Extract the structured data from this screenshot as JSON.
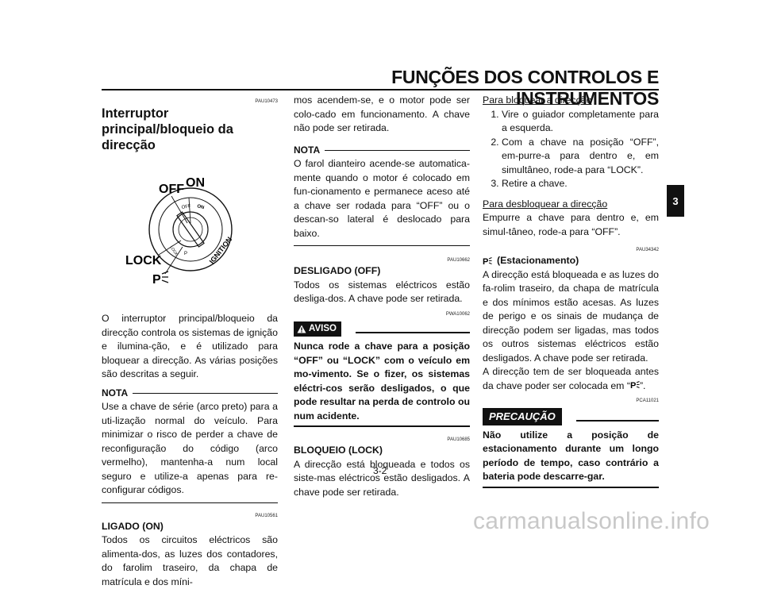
{
  "header": {
    "title": "FUNÇÕES DOS CONTROLOS E INSTRUMENTOS"
  },
  "chapter_tab": "3",
  "page_number": "3-2",
  "watermark": "carmanualsonline.info",
  "col1": {
    "code1": "PAU10473",
    "title": "Interruptor principal/bloqueio da direcção",
    "diagram": {
      "off": "OFF",
      "on": "ON",
      "lock": "LOCK",
      "p": "P",
      "ignition": "IGNITION",
      "in_off": "OFF",
      "in_on": "ON",
      "in_lock": "LOCK",
      "in_p": "P"
    },
    "intro": "O interruptor principal/bloqueio da direcção controla os sistemas de ignição e ilumina-ção, e é utilizado para bloquear a direcção. As várias posições são descritas a seguir.",
    "nota_label": "NOTA",
    "nota_text": "Use a chave de série (arco preto) para a uti-lização normal do veículo. Para minimizar o risco de perder a chave de reconfiguração do código (arco vermelho), mantenha-a num local seguro e utilize-a apenas para re-configurar códigos.",
    "code2": "PAU10561",
    "on_title": "LIGADO (ON)",
    "on_text": "Todos os circuitos eléctricos são alimenta-dos, as luzes dos contadores, do farolim traseiro, da chapa de matrícula e dos míni-"
  },
  "col2": {
    "cont": "mos acendem-se, e o motor pode ser colo-cado em funcionamento. A chave não pode ser retirada.",
    "nota_label": "NOTA",
    "nota_text": "O farol dianteiro acende-se automatica-mente quando o motor é colocado em fun-cionamento e permanece aceso até a chave ser rodada para “OFF” ou o descan-so lateral é deslocado para baixo.",
    "code1": "PAU10662",
    "off_title": "DESLIGADO (OFF)",
    "off_text": "Todos os sistemas eléctricos estão desliga-dos. A chave pode ser retirada.",
    "code2": "PWA10062",
    "aviso_label": "AVISO",
    "aviso_text": "Nunca rode a chave para a posição “OFF” ou “LOCK” com o veículo em mo-vimento. Se o fizer, os sistemas eléctri-cos serão desligados, o que pode resultar na perda de controlo ou num acidente.",
    "code3": "PAU10685",
    "lock_title": "BLOQUEIO (LOCK)",
    "lock_text": "A direcção está bloqueada e todos os siste-mas eléctricos estão desligados. A chave pode ser retirada."
  },
  "col3": {
    "lock_heading": "Para bloquear a direcção",
    "lock_steps": [
      "Vire o guiador completamente para a esquerda.",
      "Com a chave na posição “OFF”, em-purre-a para dentro e, em simultâneo, rode-a para “LOCK”.",
      "Retire a chave."
    ],
    "unlock_heading": "Para desbloquear a direcção",
    "unlock_text": "Empurre a chave para dentro e, em simul-tâneo, rode-a para “OFF”.",
    "code1": "PAU34342",
    "park_title": "(Estacionamento)",
    "park_text": "A direcção está bloqueada e as luzes do fa-rolim traseiro, da chapa de matrícula e dos mínimos estão acesas. As luzes de perigo e os sinais de mudança de direcção podem ser ligadas, mas todos os outros sistemas eléctricos estão desligados. A chave pode ser retirada.",
    "park_text2_a": "A direcção tem de ser bloqueada antes da chave poder ser colocada em “",
    "park_text2_b": "”.",
    "code2": "PCA11021",
    "prec_label": "PRECAUÇÃO",
    "prec_text": "Não utilize a posição de estacionamento durante um longo período de tempo, caso contrário a bateria pode descarre-gar."
  }
}
